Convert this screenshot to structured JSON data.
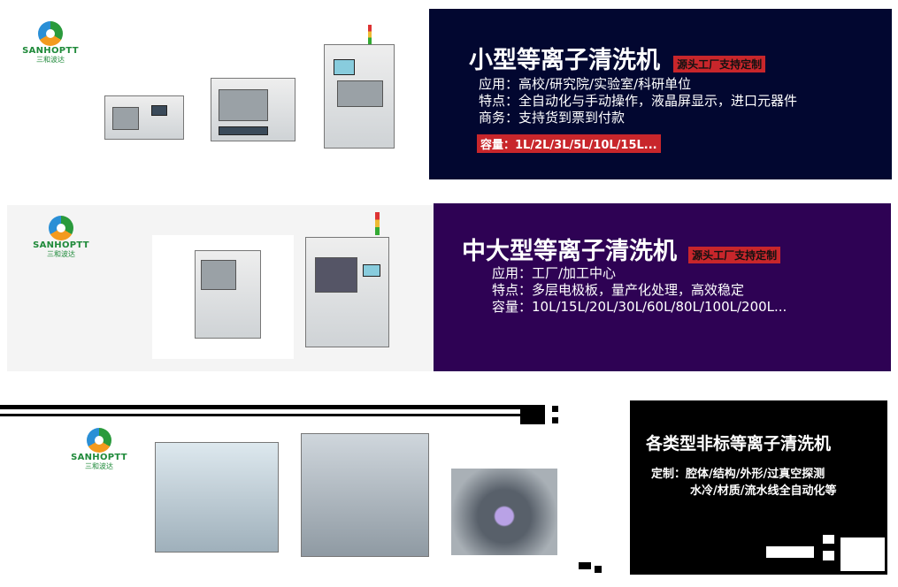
{
  "logo": {
    "en": "SANHOPTT",
    "cn": "三和波达"
  },
  "small": {
    "title": "小型等离子清洗机",
    "tag": "源头工厂支持定制",
    "lines": [
      "应用：高校/研究院/实验室/科研单位",
      "特点：全自动化与手动操作，液晶屏显示，进口元器件",
      "商务：支持货到票到付款"
    ],
    "capacity": "容量：1L/2L/3L/5L/10L/15L...",
    "bg": "#020730"
  },
  "large": {
    "title": "中大型等离子清洗机",
    "tag": "源头工厂支持定制",
    "lines": [
      "应用：工厂/加工中心",
      "特点：多层电极板，量产化处理，高效稳定",
      "容量：10L/15L/20L/30L/60L/80L/100L/200L..."
    ],
    "bg": "#2e0254"
  },
  "custom": {
    "title": "各类型非标等离子清洗机",
    "lines": [
      "定制：腔体/结构/外形/过真空探测",
      "水冷/材质/流水线全自动化等"
    ],
    "bg": "#000000"
  }
}
